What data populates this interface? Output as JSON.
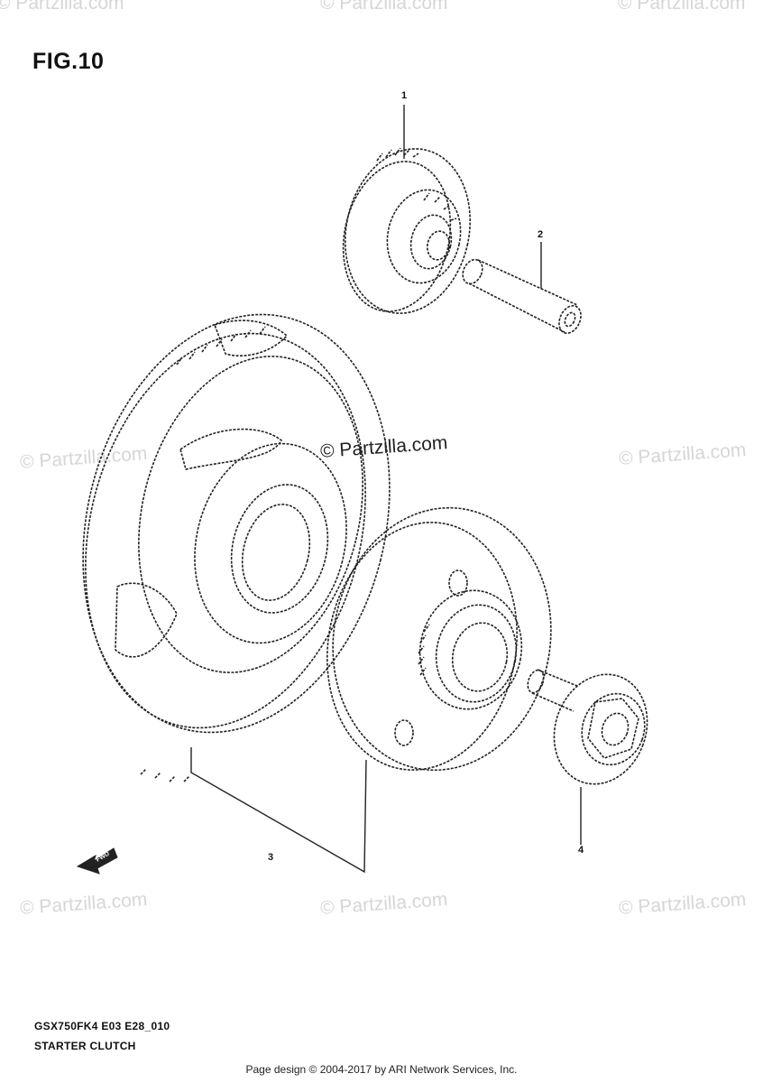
{
  "figure": {
    "title": "FIG.10"
  },
  "watermarks": {
    "text": "© Partzilla.com",
    "center": "© Partzilla.com"
  },
  "callouts": [
    "1",
    "2",
    "3",
    "4"
  ],
  "caption": {
    "code": "GSX750FK4 E03 E28_010",
    "name": "STARTER CLUTCH"
  },
  "footer": "Page design © 2004-2017 by ARI Network Services, Inc.",
  "fwd_label": "FWD",
  "colors": {
    "line": "#222222",
    "watermark": "#d6d6d6",
    "background": "#ffffff"
  }
}
